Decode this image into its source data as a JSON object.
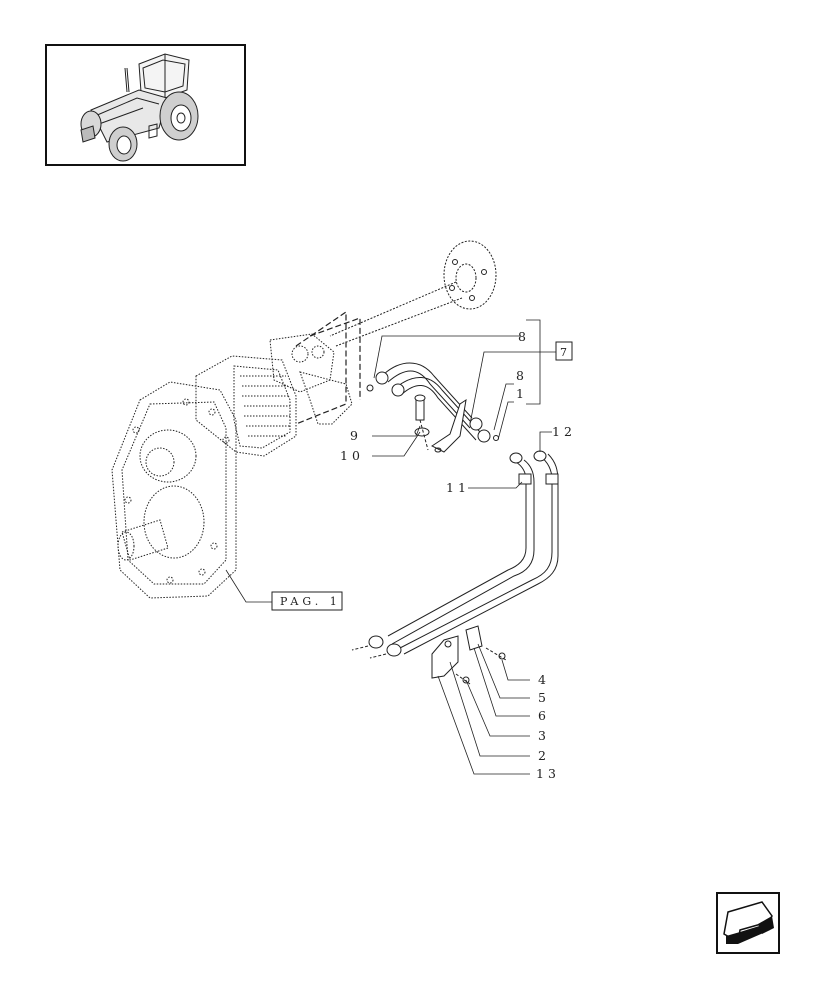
{
  "thumbnail": {
    "icon": "tractor-thumbnail-icon"
  },
  "reference_boxes": {
    "page_ref": "PAG. 1",
    "group_ref": "7"
  },
  "callouts": {
    "c8_top": "8",
    "c8_mid": "8",
    "c1": "1",
    "c12": "12",
    "c9": "9",
    "c10": "10",
    "c11": "11",
    "c4": "4",
    "c5": "5",
    "c6": "6",
    "c3": "3",
    "c2": "2",
    "c13": "13"
  },
  "navigation": {
    "icon": "next-page-arrow-icon"
  },
  "colors": {
    "line": "#222222",
    "background": "#ffffff"
  }
}
